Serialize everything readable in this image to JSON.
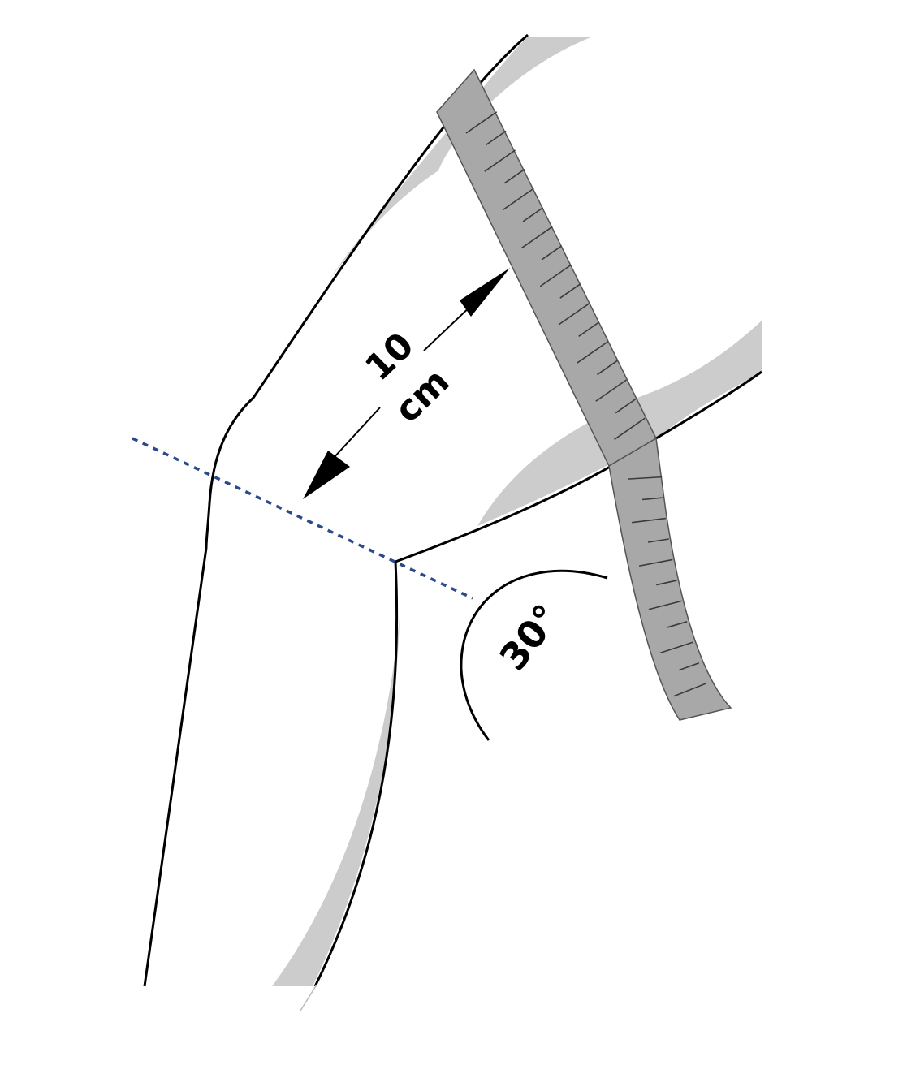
{
  "diagram": {
    "measurement": {
      "value": "10",
      "unit": "cm"
    },
    "angle": {
      "label": "30°"
    }
  },
  "colors": {
    "outline": "#000000",
    "shadow": "#cccccc",
    "tape_fill": "#a8a8a8",
    "tape_edge": "#555555",
    "tick": "#3a3a3a",
    "dotted_line": "#2b4a8c",
    "background": "#ffffff"
  },
  "tape": {
    "upper_ticks": 17,
    "lower_ticks": 11
  }
}
